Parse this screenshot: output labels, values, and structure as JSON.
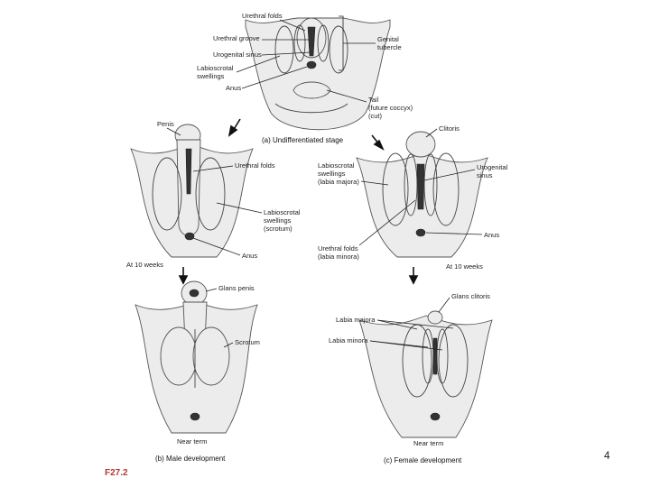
{
  "figure_label": "F27.2",
  "page_number": "4",
  "panel_a": {
    "caption": "(a)  Undifferentiated stage",
    "labels": {
      "urethral_folds": "Urethral folds",
      "urethral_groove": "Urethral groove",
      "urogenital_sinus": "Urogenital sinus",
      "labioscrotal_1": "Labioscrotal",
      "labioscrotal_2": "swellings",
      "anus": "Anus",
      "genital_tubercle_1": "Genital",
      "genital_tubercle_2": "tubercle",
      "tail_1": "Tail",
      "tail_2": "(future coccyx)",
      "tail_3": "(cut)"
    }
  },
  "male_10wk": {
    "labels": {
      "penis": "Penis",
      "urethral_folds": "Urethral folds",
      "labioscrotal_1": "Labioscrotal",
      "labioscrotal_2": "swellings",
      "labioscrotal_3": "(scrotum)",
      "anus": "Anus"
    },
    "stage": "At 10 weeks"
  },
  "female_10wk": {
    "labels": {
      "clitoris": "Clitoris",
      "labioscrotal_1": "Labioscrotal",
      "labioscrotal_2": "swellings",
      "labioscrotal_3": "(labia majora)",
      "urogenital_1": "Urogenital",
      "urogenital_2": "sinus",
      "urethral_folds_1": "Urethral folds",
      "urethral_folds_2": "(labia minora)",
      "anus": "Anus"
    },
    "stage": "At 10 weeks"
  },
  "male_term": {
    "labels": {
      "glans_penis": "Glans penis",
      "scrotum": "Scrotum"
    },
    "stage": "Near term",
    "caption": "(b)  Male development"
  },
  "female_term": {
    "labels": {
      "glans_clitoris": "Glans clitoris",
      "labia_majora": "Labia majora",
      "labia_minora": "Labia minora"
    },
    "stage": "Near term",
    "caption": "(c)  Female development"
  }
}
